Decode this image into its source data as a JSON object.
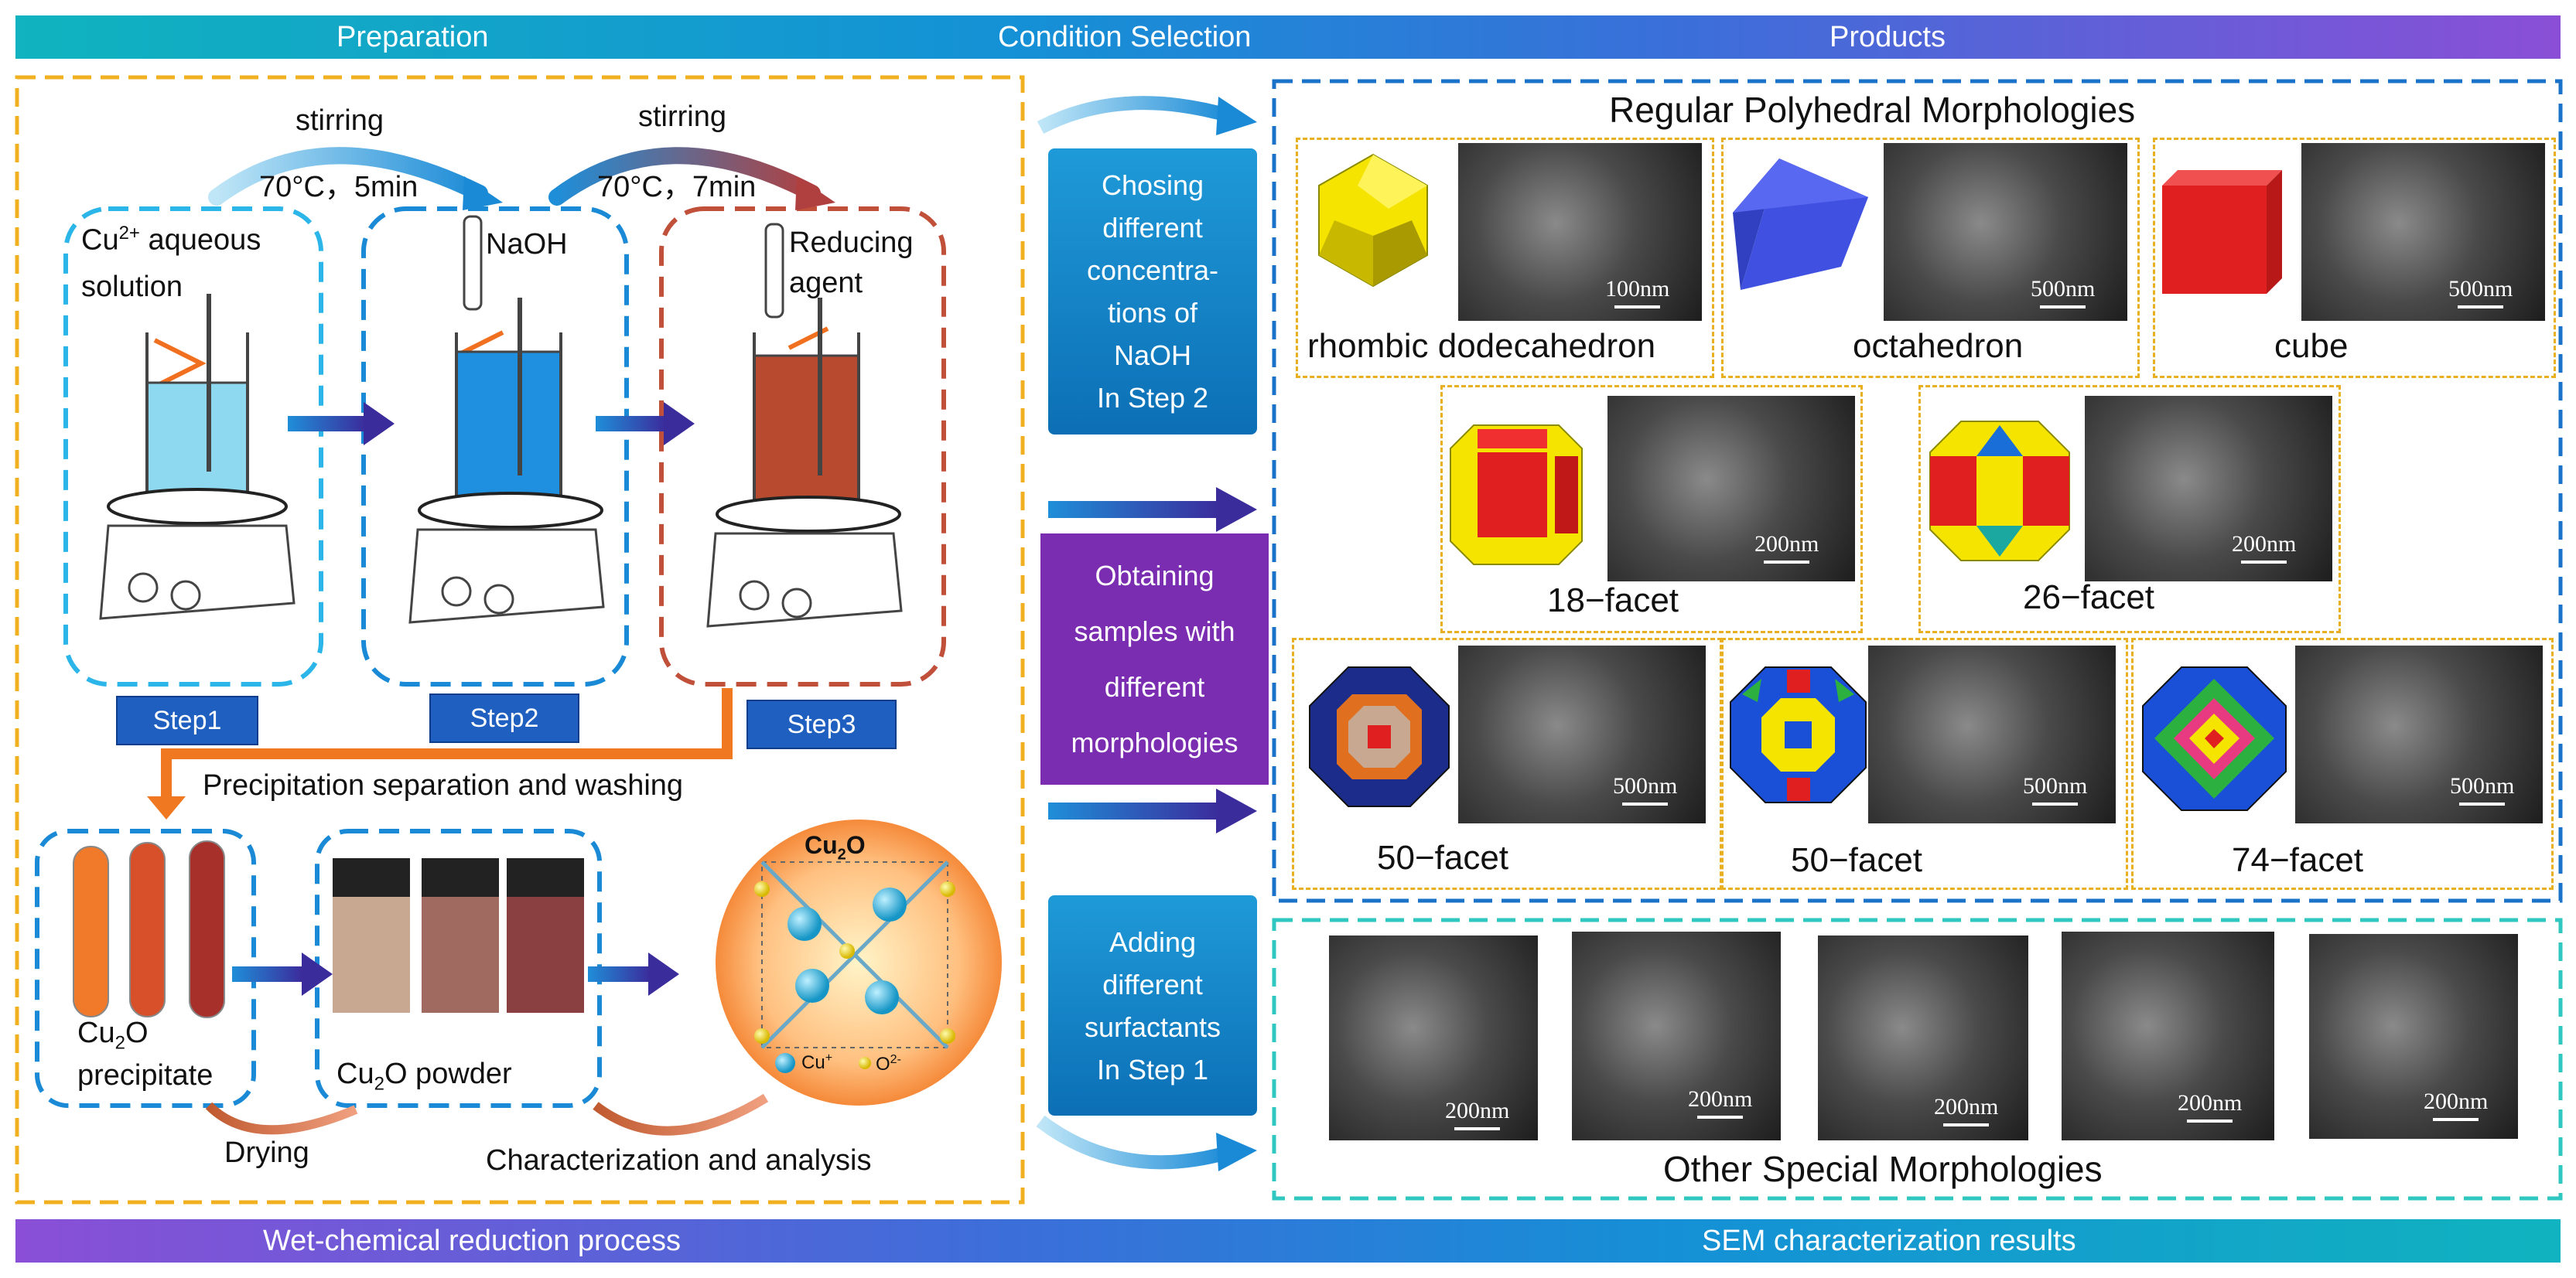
{
  "top_band": {
    "left": "Preparation",
    "center": "Condition Selection",
    "right": "Products"
  },
  "bottom_band": {
    "left": "Wet-chemical reduction process",
    "right": "SEM characterization results"
  },
  "preparation": {
    "stir1": "stirring",
    "cond1": "70°C，5min",
    "stir2": "stirring",
    "cond2": "70°C，7min",
    "cu_label_a": "Cu",
    "cu_sup": "2+",
    "cu_label_b": " aqueous",
    "solution": "solution",
    "naoh": "NaOH",
    "reducing": "Reducing",
    "agent": "agent",
    "step1": "Step1",
    "step2": "Step2",
    "step3": "Step3",
    "separation": "Precipitation separation and washing",
    "cu2o_a": "Cu",
    "cu2o_sub": "2",
    "cu2o_b": "O",
    "precipitate": "precipitate",
    "powder": " powder",
    "drying": "Drying",
    "characterization": "Characterization and analysis",
    "legend_cu": "Cu",
    "legend_cu_sup": "+",
    "legend_o": "O",
    "legend_o_sup": "2-"
  },
  "conditions": {
    "box1": [
      "Chosing",
      "different",
      "concentra-",
      "tions of",
      "NaOH",
      "In Step 2"
    ],
    "box2": [
      "Obtaining",
      "samples with",
      "different",
      "morphologies"
    ],
    "box3": [
      "Adding",
      "different",
      "surfactants",
      "In Step 1"
    ]
  },
  "products": {
    "regular_title": "Regular Polyhedral Morphologies",
    "special_title": "Other Special Morphologies",
    "shapes": {
      "rhombic": {
        "label": "rhombic dodecahedron",
        "scale": "100nm"
      },
      "octahedron": {
        "label": "octahedron",
        "scale": "500nm"
      },
      "cube": {
        "label": "cube",
        "scale": "500nm"
      },
      "f18": {
        "label": "18−facet",
        "scale": "200nm"
      },
      "f26": {
        "label": "26−facet",
        "scale": "200nm"
      },
      "f50a": {
        "label": "50−facet",
        "scale": "500nm"
      },
      "f50b": {
        "label": "50−facet",
        "scale": "500nm"
      },
      "f74": {
        "label": "74−facet",
        "scale": "500nm"
      }
    },
    "special_scales": [
      "200nm",
      "200nm",
      "200nm",
      "200nm",
      "200nm"
    ]
  },
  "colors": {
    "dashed_orange": "#f0b020",
    "dashed_cyan": "#2bb5e8",
    "dashed_blue": "#1a73c9",
    "dashed_red": "#c0503a",
    "dashed_teal": "#2fc7c0",
    "purple": "#7a2db0"
  }
}
